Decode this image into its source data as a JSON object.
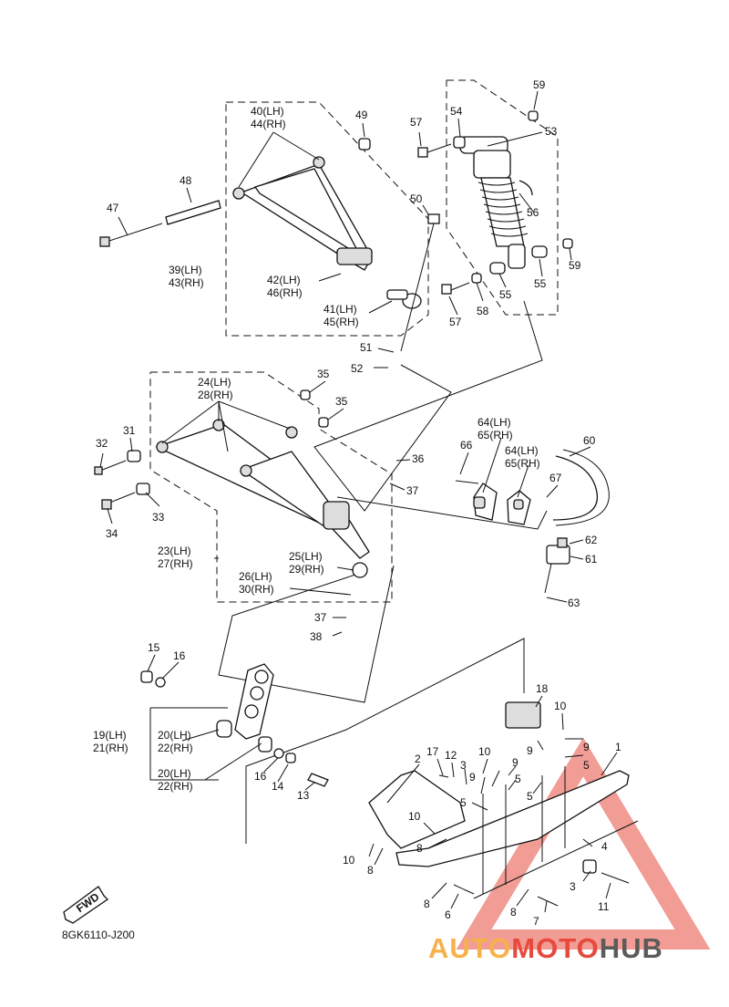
{
  "diagram_code": "8GK6110-J200",
  "fwd_badge": "FWD",
  "watermark": {
    "part1": "AUTO",
    "part2": "MOTO",
    "part3": "HUB"
  },
  "colors": {
    "watermark_orange": "#f6b24a",
    "watermark_red": "#e64a3c",
    "watermark_gray": "#5b5b5b"
  },
  "labels": {
    "l1": "1",
    "l2": "2",
    "l3a": "3",
    "l3b": "3",
    "l4": "4",
    "l5a": "5",
    "l5b": "5",
    "l5c": "5",
    "l5d": "5",
    "l6": "6",
    "l7": "7",
    "l8a": "8",
    "l8b": "8",
    "l8c": "8",
    "l8d": "8",
    "l9a": "9",
    "l9b": "9",
    "l9c": "9",
    "l9d": "9",
    "l10a": "10",
    "l10b": "10",
    "l10c": "10",
    "l10d": "10",
    "l11": "11",
    "l12": "12",
    "l13": "13",
    "l14": "14",
    "l15": "15",
    "l16a": "16",
    "l16b": "16",
    "l17": "17",
    "l18": "18",
    "l19": "19(LH)",
    "l21": "21(RH)",
    "l20a": "20(LH)",
    "l22a": "22(RH)",
    "l20b": "20(LH)",
    "l22b": "22(RH)",
    "l23": "23(LH)",
    "l27": "27(RH)",
    "l24": "24(LH)",
    "l28": "28(RH)",
    "l25": "25(LH)",
    "l29": "29(RH)",
    "l26": "26(LH)",
    "l30": "30(RH)",
    "l31": "31",
    "l32": "32",
    "l33": "33",
    "l34": "34",
    "l35a": "35",
    "l35b": "35",
    "l36": "36",
    "l37a": "37",
    "l37b": "37",
    "l38": "38",
    "l39": "39(LH)",
    "l43": "43(RH)",
    "l40": "40(LH)",
    "l44": "44(RH)",
    "l41": "41(LH)",
    "l45": "45(RH)",
    "l42": "42(LH)",
    "l46": "46(RH)",
    "l47": "47",
    "l48": "48",
    "l49": "49",
    "l50": "50",
    "l51": "51",
    "l52": "52",
    "l53": "53",
    "l54": "54",
    "l55a": "55",
    "l55b": "55",
    "l56": "56",
    "l57a": "57",
    "l57b": "57",
    "l58": "58",
    "l59a": "59",
    "l59b": "59",
    "l60": "60",
    "l61": "61",
    "l62": "62",
    "l63": "63",
    "l64a": "64(LH)",
    "l65a": "65(RH)",
    "l64b": "64(LH)",
    "l65b": "65(RH)",
    "l66": "66",
    "l67": "67"
  }
}
